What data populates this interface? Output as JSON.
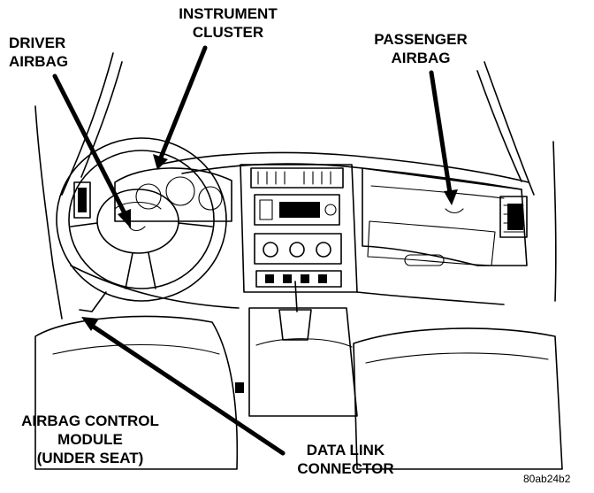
{
  "labels": {
    "driver_airbag": [
      "DRIVER",
      "AIRBAG"
    ],
    "instrument_cluster": [
      "INSTRUMENT",
      "CLUSTER"
    ],
    "passenger_airbag": [
      "PASSENGER",
      "AIRBAG"
    ],
    "airbag_control_module": [
      "AIRBAG CONTROL",
      "MODULE",
      "(UNDER SEAT)"
    ],
    "data_link_connector": [
      "DATA LINK",
      "CONNECTOR"
    ]
  },
  "figure_ref": "80ab24b2"
}
